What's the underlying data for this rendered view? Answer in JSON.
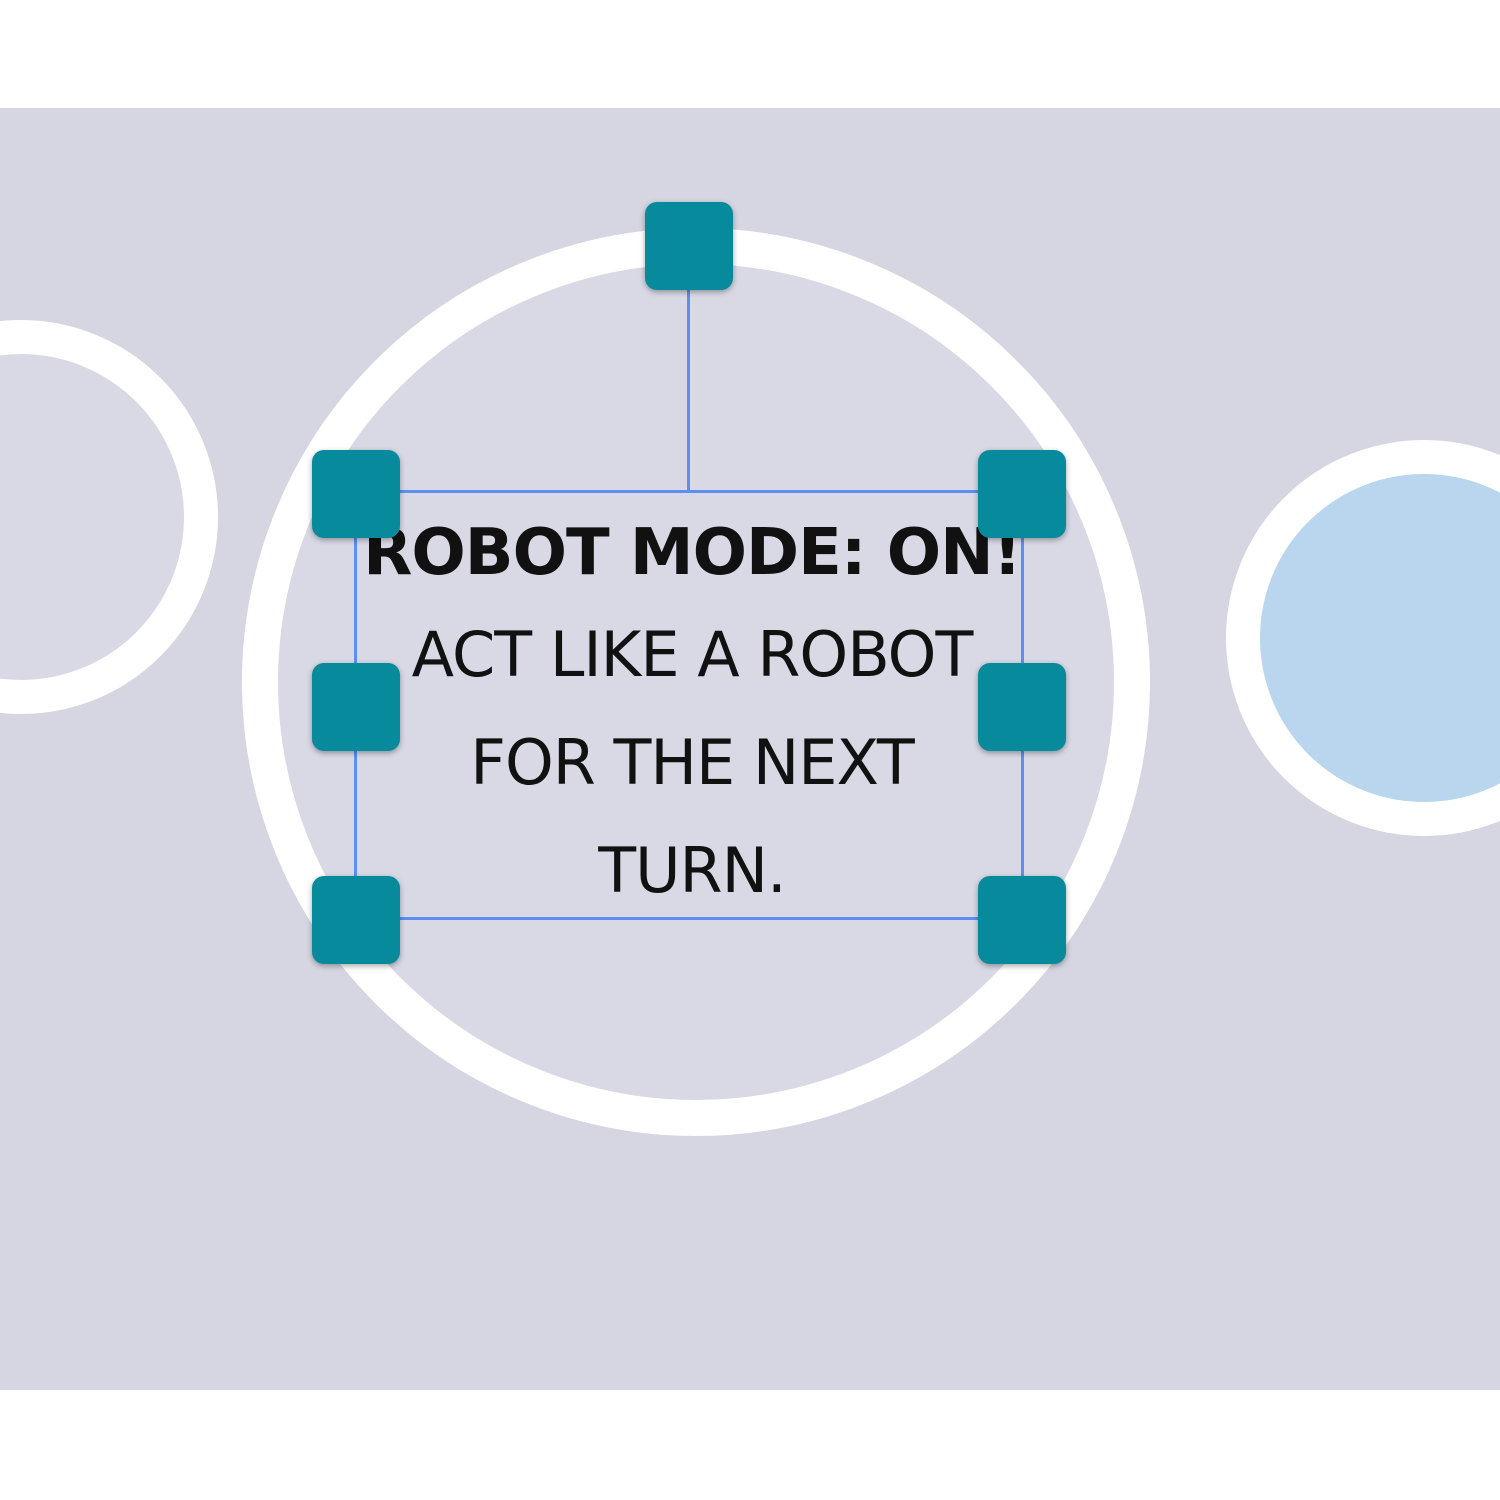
{
  "slide": {
    "textbox": {
      "title": "ROBOT MODE: ON!",
      "lines": [
        "ACT LIKE A ROBOT",
        "FOR THE NEXT",
        "TURN."
      ]
    }
  },
  "colors": {
    "canvas_background": "#d6d6e2",
    "circle_ring": "#ffffff",
    "circle_fill": "#d9d9e6",
    "circle_fill_accent": "#b9d6ee",
    "selection_outline": "#5b8ff2",
    "handle": "#068a9c",
    "text": "#111111"
  },
  "icons": {
    "handles": [
      "rotate-handle-icon",
      "resize-handle-icon"
    ]
  }
}
